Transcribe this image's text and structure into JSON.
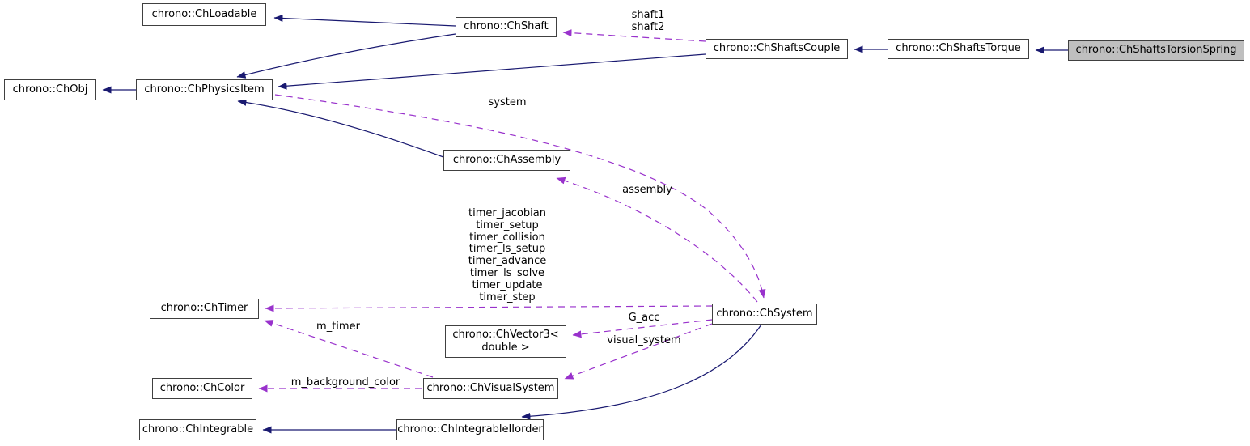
{
  "diagram": {
    "title": "chrono::ChShaftsTorsionSpring collaboration graph",
    "colors": {
      "inheritance_edge": "#191970",
      "usage_edge": "#9932CC",
      "node_border": "#404040",
      "node_background": "#ffffff",
      "highlight_background": "#bfbfbf",
      "text": "#000000"
    },
    "nodes": {
      "loadable": {
        "label": "chrono::ChLoadable"
      },
      "obj": {
        "label": "chrono::ChObj"
      },
      "physicsitem": {
        "label": "chrono::ChPhysicsItem"
      },
      "shaft": {
        "label": "chrono::ChShaft"
      },
      "shaftscouple": {
        "label": "chrono::ChShaftsCouple"
      },
      "shaftstorque": {
        "label": "chrono::ChShaftsTorque"
      },
      "torsionspring": {
        "label": "chrono::ChShaftsTorsionSpring"
      },
      "assembly": {
        "label": "chrono::ChAssembly"
      },
      "timer": {
        "label": "chrono::ChTimer"
      },
      "vector3": {
        "label": "chrono::ChVector3<\ndouble >"
      },
      "color": {
        "label": "chrono::ChColor"
      },
      "visualsystem": {
        "label": "chrono::ChVisualSystem"
      },
      "system": {
        "label": "chrono::ChSystem"
      },
      "integrable": {
        "label": "chrono::ChIntegrable"
      },
      "integrableii": {
        "label": "chrono::ChIntegrableIIorder"
      }
    },
    "edge_labels": {
      "shaft_lines": [
        "shaft1",
        "shaft2"
      ],
      "system": "system",
      "assembly": "assembly",
      "timer_fields": [
        "timer_jacobian",
        "timer_setup",
        "timer_collision",
        "timer_ls_setup",
        "timer_advance",
        "timer_ls_solve",
        "timer_update",
        "timer_step"
      ],
      "m_timer": "m_timer",
      "g_acc": "G_acc",
      "visual_system": "visual_system",
      "m_background_color": "m_background_color"
    }
  }
}
